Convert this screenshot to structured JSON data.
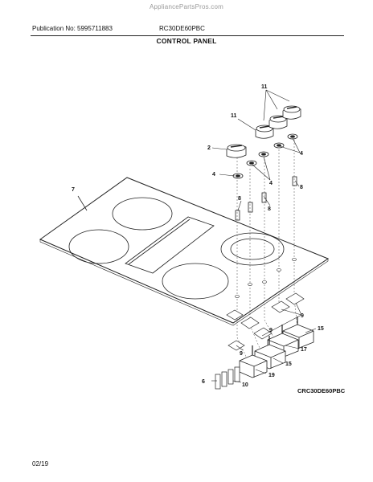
{
  "header": {
    "watermark": "AppliancePartsPros.com",
    "publication": "Publication No: 5995711883",
    "model": "RC30DE60PBC",
    "title": "CONTROL PANEL"
  },
  "diagram": {
    "callouts": {
      "c11a": "11",
      "c11b": "11",
      "c2": "2",
      "c4a": "4",
      "c4b": "4",
      "c4c": "4",
      "c7": "7",
      "c8a": "8",
      "c8b": "8",
      "c8c": "8",
      "c9a": "9",
      "c9b": "9",
      "c9c": "9",
      "c15a": "15",
      "c15b": "15",
      "c17": "17",
      "c19": "19",
      "c6": "6",
      "c10": "10"
    },
    "code": "CRC30DE60PBC"
  },
  "footer": {
    "date": "02/19"
  }
}
